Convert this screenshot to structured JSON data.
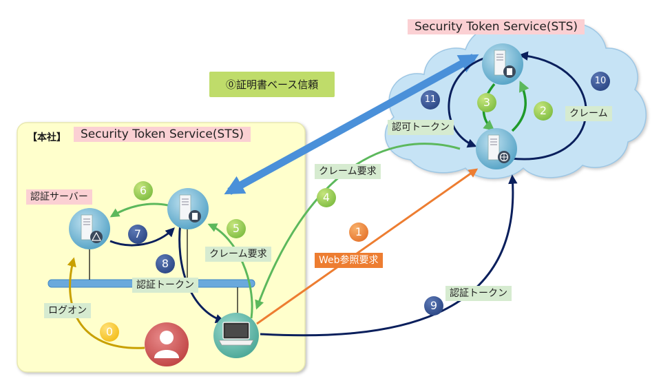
{
  "cloud_sts_title": "Security Token Service(STS)",
  "head_office": {
    "bracket_label": "【本社】",
    "sts_title": "Security Token Service(STS)"
  },
  "trust_banner": "⓪証明書ベース信頼",
  "labels": {
    "auth_server": "認証サーバー",
    "authz_token": "認可トークン",
    "claim": "クレーム",
    "claim_request_cloud": "クレーム要求",
    "claim_request_local": "クレーム要求",
    "web_request": "Web参照要求",
    "auth_token_local": "認証トークン",
    "auth_token_cloud": "認証トークン",
    "logon": "ログオン"
  },
  "steps": [
    "0",
    "1",
    "2",
    "3",
    "4",
    "5",
    "6",
    "7",
    "8",
    "9",
    "10",
    "11"
  ],
  "colors": {
    "office_bg": "#ffffcc",
    "cloud_fill": "#c6e3f5",
    "green_arrow": "#5cb85c",
    "blue_arrow": "#0a1f5c",
    "orange_arrow": "#ed7d31",
    "gold_arrow": "#c8a000",
    "trust_arrow": "#4a90d9",
    "network_bar": "#6aa9dc"
  },
  "icons": [
    "server-document-icon",
    "server-globe-icon",
    "server-warning-icon",
    "laptop-icon",
    "user-icon"
  ]
}
